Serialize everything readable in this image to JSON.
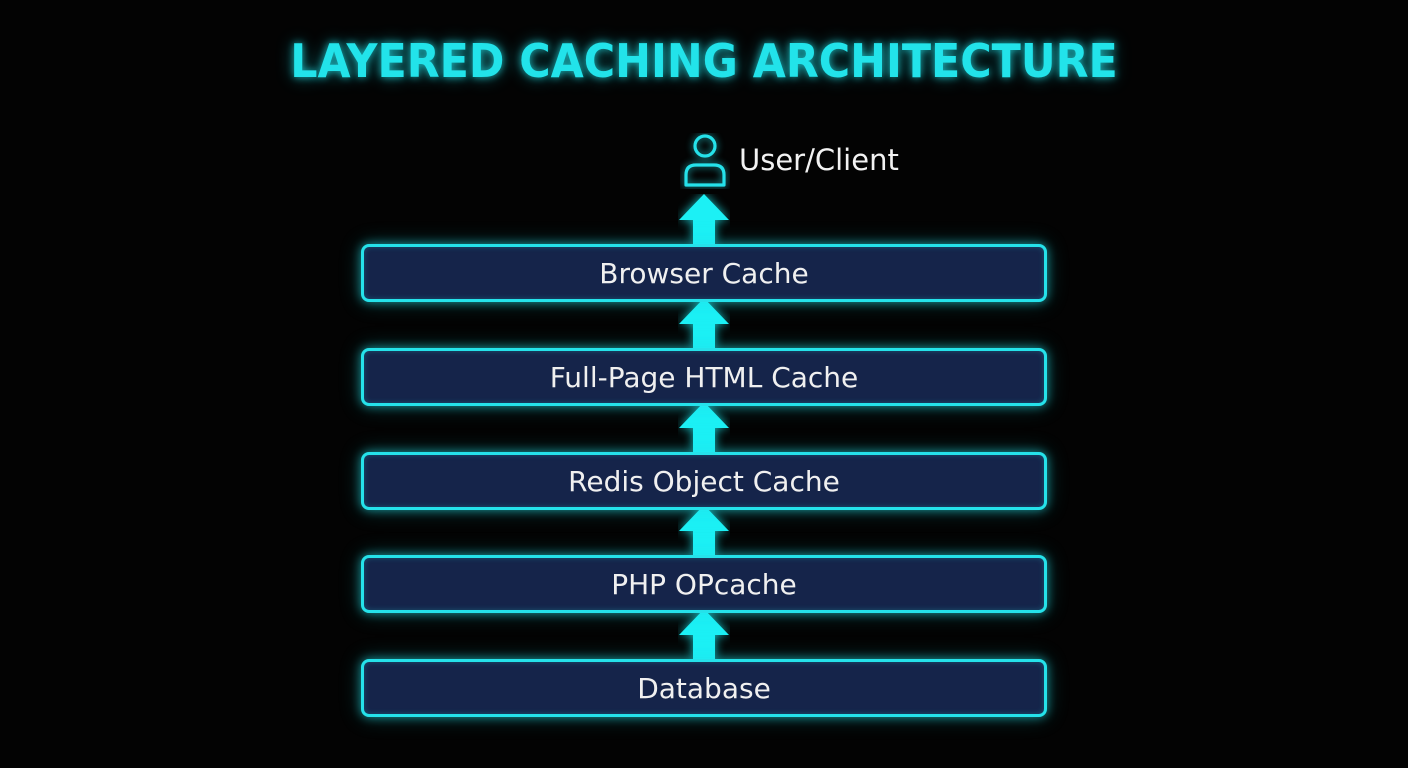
{
  "title": "LAYERED CACHING ARCHITECTURE",
  "user": {
    "label": "User/Client",
    "icon": "user-icon"
  },
  "layers": [
    {
      "label": "Browser Cache"
    },
    {
      "label": "Full-Page HTML Cache"
    },
    {
      "label": "Redis Object Cache"
    },
    {
      "label": "PHP OPcache"
    },
    {
      "label": "Database"
    }
  ],
  "colors": {
    "accent": "#25e2ea",
    "box_fill": "#15244a",
    "background": "#030303",
    "text": "#f0f0f0"
  }
}
